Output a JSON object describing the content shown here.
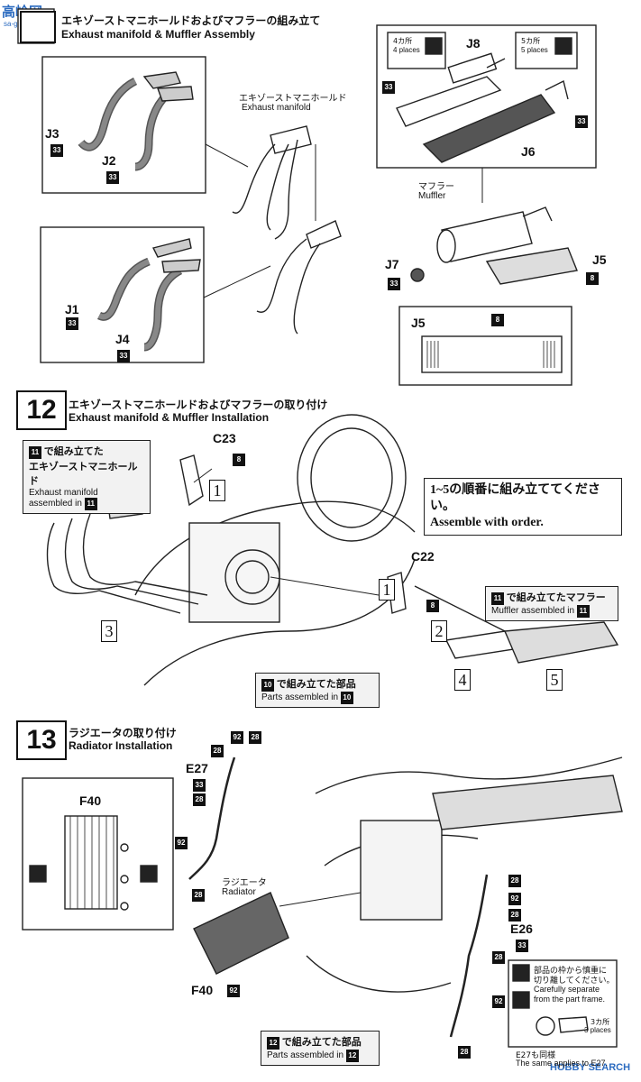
{
  "watermark": {
    "top_logo": "高岭网",
    "top_url": "sa-gg.com",
    "bottom_brand": "HOBBY SEARCH"
  },
  "step11": {
    "title_jp": "エキゾーストマニホールドおよびマフラーの組み立て",
    "title_en": "Exhaust manifold & Muffler Assembly",
    "manifold_jp": "エキゾーストマニホールド",
    "manifold_en": "Exhaust manifold",
    "parts": {
      "J3": "J3",
      "J2": "J2",
      "J1": "J1",
      "J4": "J4",
      "J8": "J8",
      "J6": "J6",
      "J7": "J7",
      "J5": "J5"
    },
    "color_33": "33",
    "color_8": "8",
    "places4_jp": "4カ所",
    "places4_en": "4 places",
    "places5_jp": "5カ所",
    "places5_en": "5 places",
    "muffler_jp": "マフラー",
    "muffler_en": "Muffler",
    "decal_part": "J5",
    "decal_num": "8"
  },
  "step12": {
    "num": "12",
    "title_jp": "エキゾーストマニホールドおよびマフラーの取り付け",
    "title_en": "Exhaust manifold & Muffler Installation",
    "callout_manifold_num": "11",
    "callout_manifold_jp1": "で組み立てた",
    "callout_manifold_jp2": "エキゾーストマニホールド",
    "callout_manifold_en1": "Exhaust manifold",
    "callout_manifold_en2": "assembled in",
    "note_jp": "1~5の順番に組み立ててください。",
    "note_en": "Assemble with order.",
    "c23": "C23",
    "c22": "C22",
    "color_8": "8",
    "seq": [
      "1",
      "1",
      "2",
      "3",
      "4",
      "5"
    ],
    "callout_muffler_num": "11",
    "callout_muffler_jp": "で組み立てたマフラー",
    "callout_muffler_en": "Muffler assembled in",
    "callout_parts_num": "10",
    "callout_parts_jp": "で組み立てた部品",
    "callout_parts_en": "Parts assembled in"
  },
  "step13": {
    "num": "13",
    "title_jp": "ラジエータの取り付け",
    "title_en": "Radiator Installation",
    "f40": "F40",
    "e27": "E27",
    "e26": "E26",
    "radiator_jp": "ラジエータ",
    "radiator_en": "Radiator",
    "colors": [
      "92",
      "28",
      "33"
    ],
    "callout_parts_num": "12",
    "callout_parts_jp": "で組み立てた部品",
    "callout_parts_en": "Parts assembled in",
    "caution_jp1": "部品の枠から慎重に",
    "caution_jp2": "切り離してください。",
    "caution_en1": "Carefully separate",
    "caution_en2": "from the part frame.",
    "places3_jp": "3カ所",
    "places3_en": "3 places",
    "same_jp": "E27も同様",
    "same_en": "The same applies to E27."
  }
}
